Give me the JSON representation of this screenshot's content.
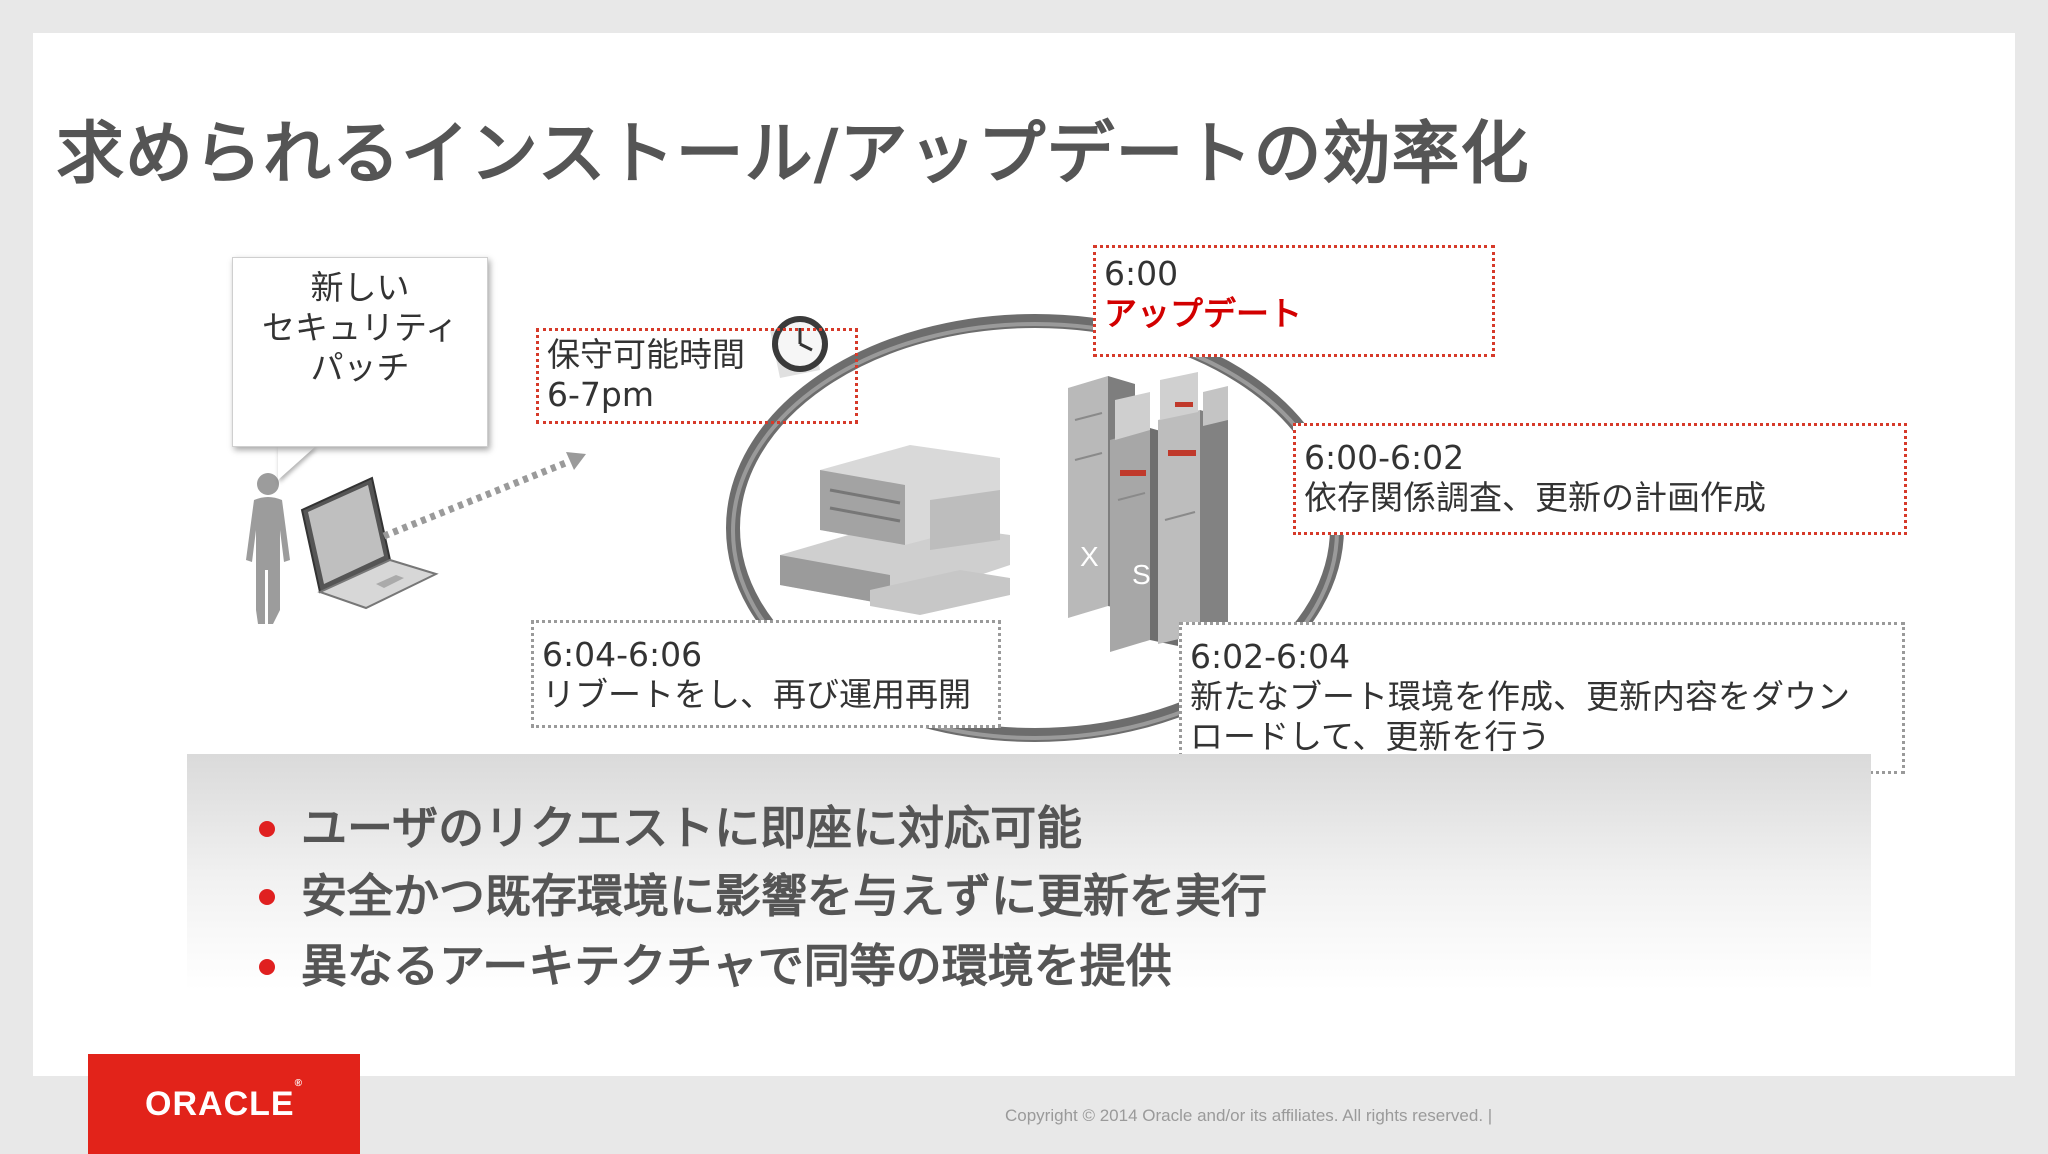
{
  "slide": {
    "title": "求められるインストール/アップデートの効率化",
    "speech_bubble": {
      "lines": [
        "新しい",
        "セキュリティ",
        "パッチ"
      ]
    },
    "boxes": {
      "maintenance": {
        "line1": "保守可能時間",
        "line2": "6-7pm"
      },
      "step_600": {
        "time": "6:00",
        "label": "アップデート"
      },
      "step_600_602": {
        "time": "6:00-6:02",
        "desc": "依存関係調査、更新の計画作成"
      },
      "step_602_604": {
        "time": "6:02-6:04",
        "desc1": "新たなブート環境を作成、更新内容をダウン",
        "desc2": "ロードして、更新を行う"
      },
      "step_604_606": {
        "time": "6:04-6:06",
        "desc": "リブートをし、再び運用再開"
      }
    },
    "server_labels": [
      "X",
      "X",
      "S"
    ],
    "bullets": [
      "ユーザのリクエストに即座に対応可能",
      "安全かつ既存環境に影響を与えずに更新を実行",
      "異なるアーキテクチャで同等の環境を提供"
    ]
  },
  "footer": {
    "logo_text": "ORACLE",
    "logo_mark": "®",
    "copyright": "Copyright © 2014 Oracle and/or its affiliates. All rights reserved.  |"
  },
  "colors": {
    "accent_red": "#e2231a",
    "highlight_red": "#d20000",
    "title_grey": "#555555",
    "bullet_dot": "#e02020"
  },
  "icons": [
    "person-icon",
    "laptop-icon",
    "clock-icon",
    "server-rack-icon",
    "cycle-arrow-icon"
  ]
}
